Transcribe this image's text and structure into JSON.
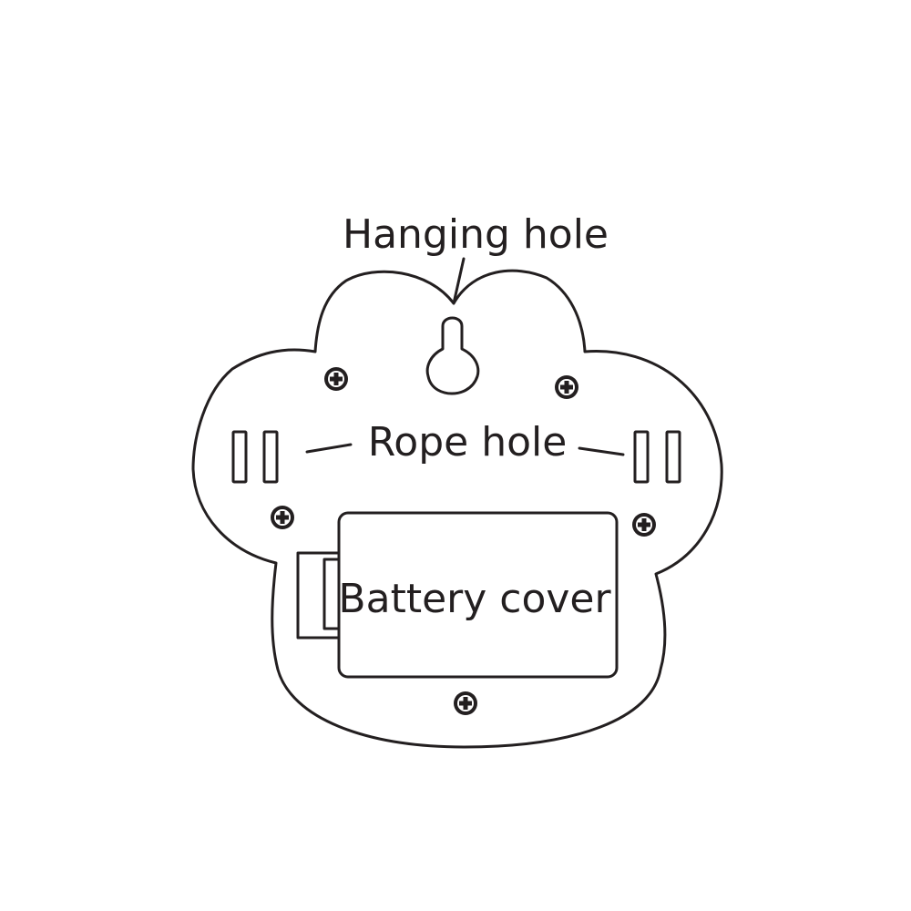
{
  "labels": {
    "hanging_hole": "Hanging hole",
    "rope_hole": "Rope hole",
    "battery_cover": "Battery cover"
  },
  "colors": {
    "line": "#231f20",
    "background": "#ffffff"
  },
  "icons": {
    "screw": "phillips-screw-icon"
  }
}
